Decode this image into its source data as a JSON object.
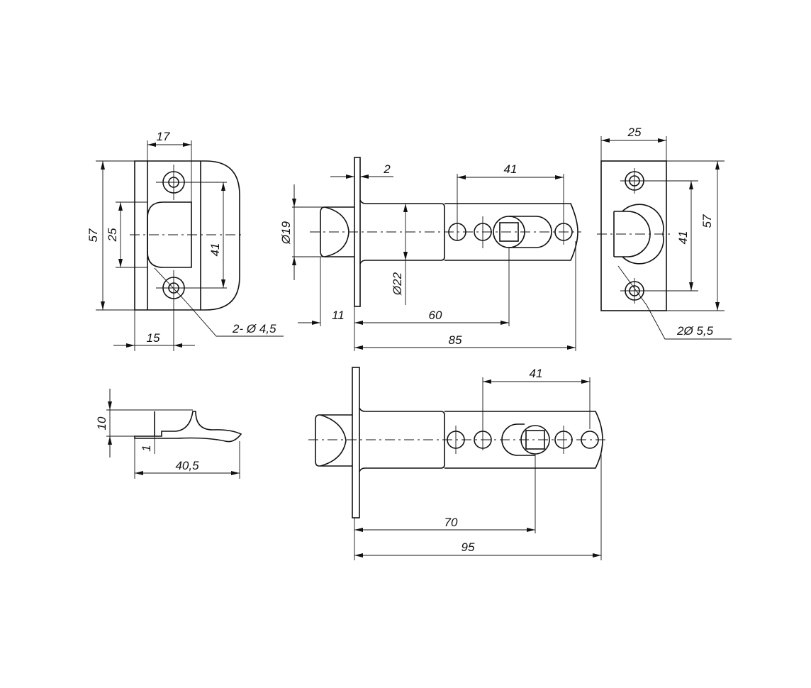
{
  "strike_plate": {
    "width_17": "17",
    "height_57": "57",
    "opening_25": "25",
    "holes_41": "41",
    "offset_15": "15",
    "holes_note": "2- Ø 4,5"
  },
  "latch_retracted": {
    "plate_2": "2",
    "holes_41": "41",
    "bolt_dia": "Ø19",
    "tube_dia": "Ø22",
    "bolt_11": "11",
    "backset_60": "60",
    "length_85": "85"
  },
  "strike_box": {
    "width_25": "25",
    "height_57": "57",
    "holes_41": "41",
    "holes_note": "2Ø  5,5"
  },
  "strike_profile": {
    "height_10": "10",
    "thickness_1": "1",
    "length_40_5": "40,5"
  },
  "latch_extended": {
    "holes_41": "41",
    "backset_70": "70",
    "length_95": "95"
  }
}
